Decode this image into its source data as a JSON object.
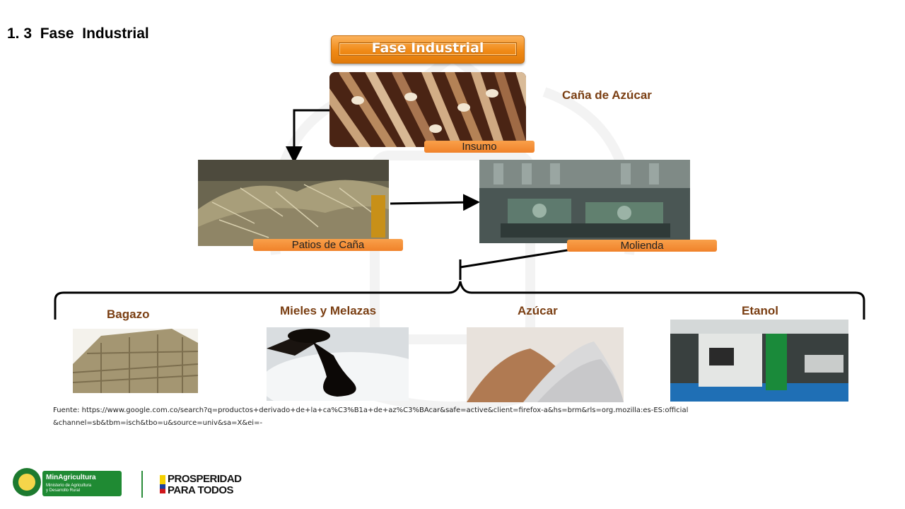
{
  "slide": {
    "title": "1. 3  Fase  Industrial",
    "banner": "Fase Industrial"
  },
  "diagram": {
    "input_label": "Caña de Azúcar",
    "input_tag": "Insumo",
    "yard_tag": "Patios de Caña",
    "mill_tag": "Molienda",
    "products": [
      {
        "label": "Bagazo"
      },
      {
        "label": "Mieles y Melazas"
      },
      {
        "label": "Azúcar"
      },
      {
        "label": "Etanol"
      }
    ]
  },
  "source": "Fuente: https://www.google.com.co/search?q=productos+derivado+de+la+ca%C3%B1a+de+az%C3%BAcar&safe=active&client=firefox-a&hs=brm&rls=org.mozilla:es-ES:official&channel=sb&tbm=isch&tbo=u&source=univ&sa=X&ei=-",
  "footer": {
    "min_name": "MinAgricultura",
    "min_sub_1": "Ministerio de Agricultura",
    "min_sub_2": "y Desarrollo Rural",
    "prosperidad_1": "PROSPERIDAD",
    "prosperidad_2": "PARA TODOS"
  },
  "colors": {
    "accent_orange": "#f0822a",
    "label_brown": "#7a3e12"
  }
}
